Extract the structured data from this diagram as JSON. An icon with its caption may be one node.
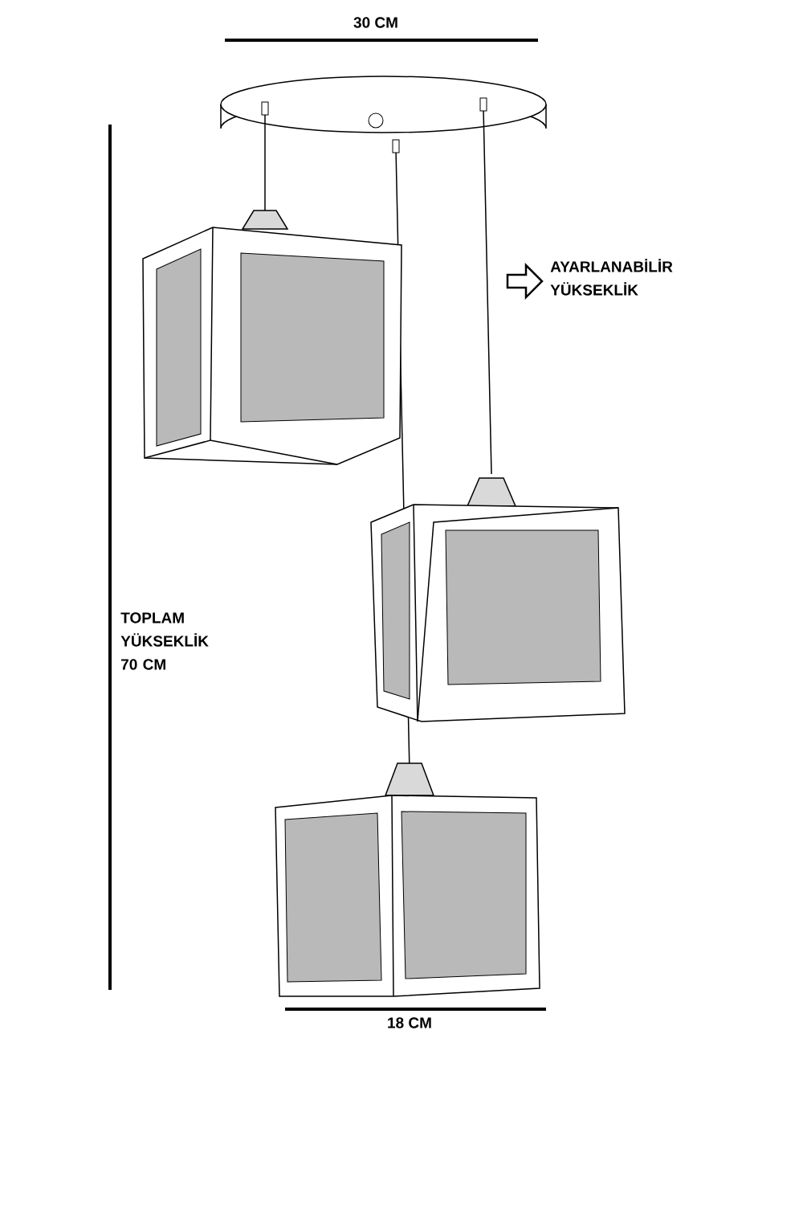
{
  "diagram": {
    "labels": [
      "30 CM",
      "AYARLANABİLİR YÜKSEKLİK",
      "TOPLAM YÜKSEKLİK 70 CM",
      "18 CM"
    ]
  }
}
